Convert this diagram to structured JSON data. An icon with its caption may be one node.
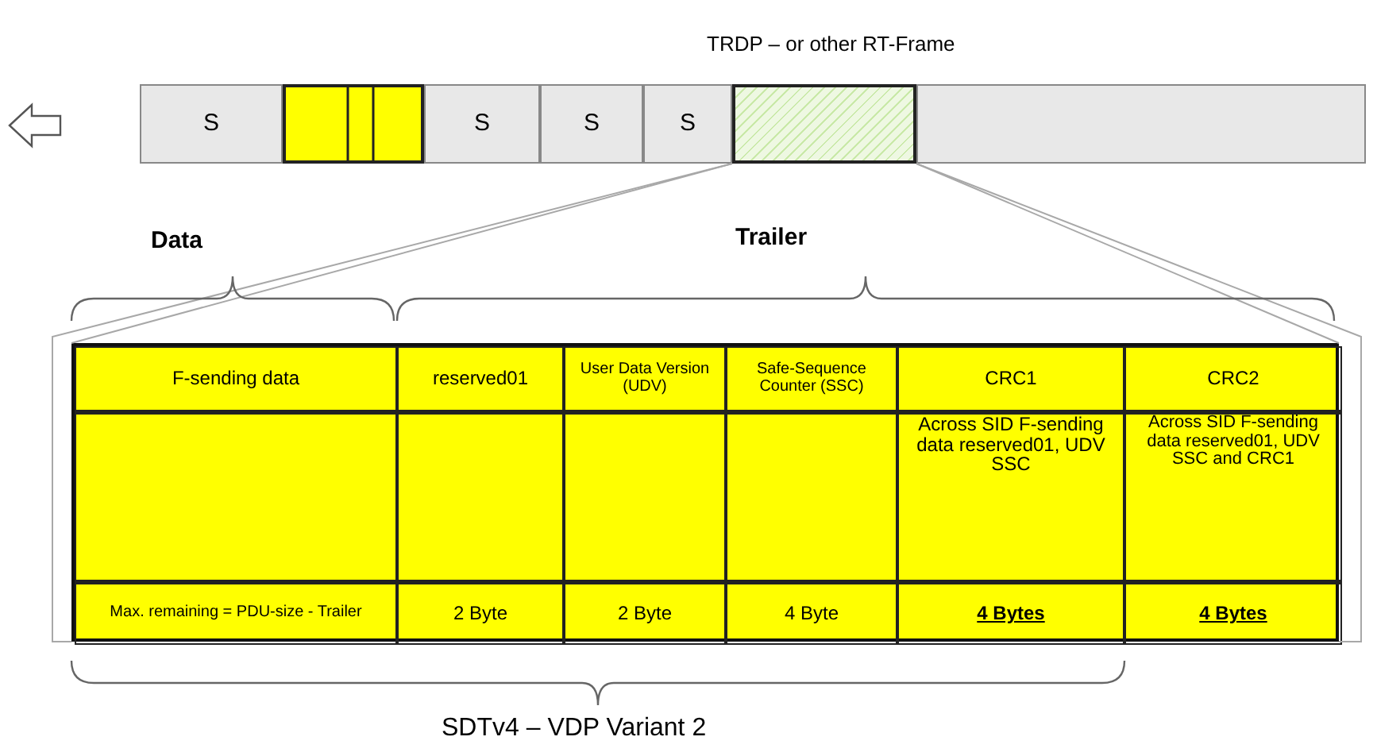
{
  "diagram": {
    "nodes": [
      {
        "text": [
          "S"
        ]
      },
      {
        "text": [],
        "shape": "box"
      },
      {
        "text": [
          "S"
        ]
      },
      {
        "text": [
          "S"
        ]
      },
      {
        "text": [
          "S"
        ]
      },
      {
        "text": [],
        "shape": "box"
      },
      {
        "text": [],
        "shape": "box"
      },
      {
        "text": [],
        "shape": "box"
      },
      {
        "text": [
          "F-sending data"
        ],
        "in": 7
      },
      {
        "text": [
          "reserved01"
        ],
        "in": 7
      },
      {
        "text": [
          "User Data Version (UDV)"
        ],
        "in": 7
      },
      {
        "text": [
          "Safe-Sequence Counter (SSC)"
        ],
        "in": 7
      },
      {
        "text": [
          "CRC1"
        ],
        "in": 7
      },
      {
        "text": [
          "CRC2"
        ],
        "in": 7
      },
      {
        "text": [],
        "shape": "box",
        "in": 7
      },
      {
        "text": [],
        "shape": "box",
        "in": 7
      },
      {
        "text": [],
        "shape": "box",
        "in": 7
      },
      {
        "text": [],
        "shape": "box",
        "in": 7
      },
      {
        "text": [
          "Across SID F-sending data reserved01, UDV SSC"
        ],
        "in": 7
      },
      {
        "text": [
          "Across SID F-sending data reserved01, UDV SSC and CRC1"
        ],
        "in": 7
      },
      {
        "text": [
          "Max. remaining = PDU-size - Trailer"
        ],
        "in": 7
      },
      {
        "text": [
          "2 Byte"
        ],
        "in": 7
      },
      {
        "text": [
          "2 Byte"
        ],
        "in": 7
      },
      {
        "text": [
          "4 Byte"
        ],
        "in": 7
      },
      {
        "text": [
          "4 Bytes"
        ],
        "in": 7
      },
      {
        "text": [
          "4 Bytes"
        ],
        "in": 7
      }
    ],
    "edges": [
      {
        "from": 5,
        "to": 7,
        "arrow": "none"
      },
      {
        "from": 5,
        "to": 7,
        "arrow": "none"
      },
      {
        "from": 5,
        "to": 7,
        "arrow": "none"
      },
      {
        "from": 5,
        "to": 7,
        "arrow": "none"
      }
    ],
    "labels": [
      "TRDP – or other RT-Frame",
      "Data",
      "Trailer",
      "SDTv4 – VDP Variant 2"
    ]
  }
}
